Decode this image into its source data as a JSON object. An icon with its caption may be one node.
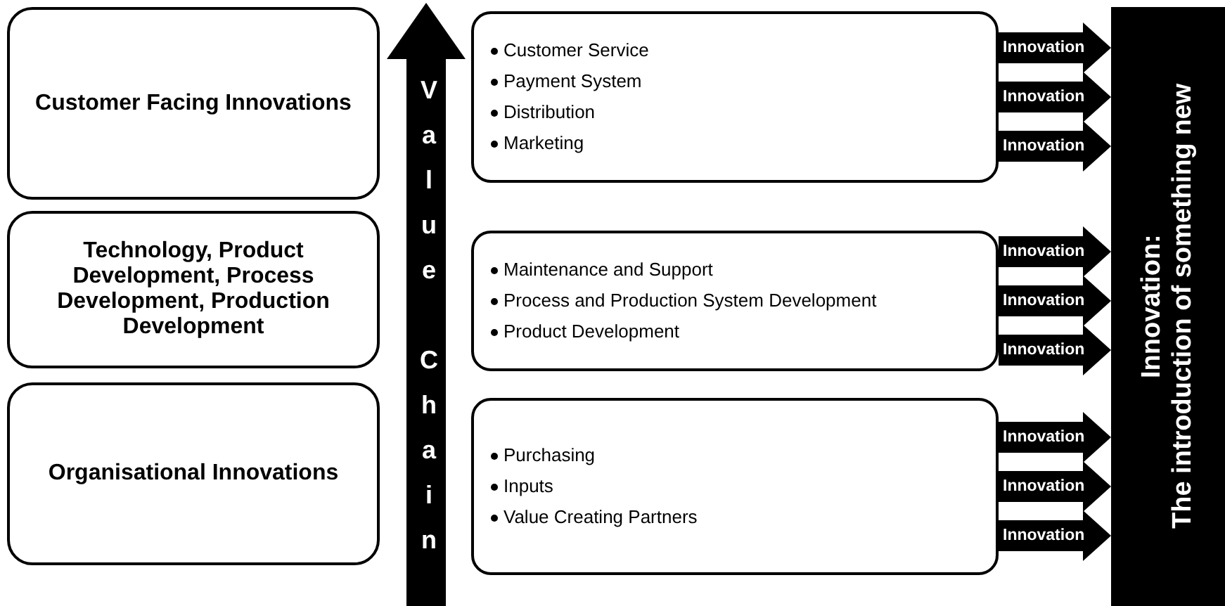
{
  "diagram": {
    "nodes": [
      {
        "text": [
          "Customer Facing Innovations"
        ]
      },
      {
        "text": [
          "Customer Service",
          "Payment System",
          "Distribution",
          "Marketing"
        ]
      },
      {
        "text": [
          "Technology, Product Development, Process Development, Production Development"
        ]
      },
      {
        "text": [
          "Maintenance and Support",
          "Process and Production System Development",
          "Product Development"
        ]
      },
      {
        "text": [
          "Organisational Innovations"
        ]
      },
      {
        "text": [
          "Purchasing",
          "Inputs",
          "Value Creating Partners"
        ]
      },
      {
        "text": [
          "Value Chain"
        ]
      },
      {
        "text": [
          "Innovation:",
          "The introduction of something new"
        ]
      }
    ],
    "edges": [
      {
        "from": 1,
        "to": 7,
        "arrow": "to",
        "label": "Innovation"
      },
      {
        "from": 1,
        "to": 7,
        "arrow": "to",
        "label": "Innovation"
      },
      {
        "from": 1,
        "to": 7,
        "arrow": "to",
        "label": "Innovation"
      },
      {
        "from": 3,
        "to": 7,
        "arrow": "to",
        "label": "Innovation"
      },
      {
        "from": 3,
        "to": 7,
        "arrow": "to",
        "label": "Innovation"
      },
      {
        "from": 3,
        "to": 7,
        "arrow": "to",
        "label": "Innovation"
      },
      {
        "from": 5,
        "to": 7,
        "arrow": "to",
        "label": "Innovation"
      },
      {
        "from": 5,
        "to": 7,
        "arrow": "to",
        "label": "Innovation"
      },
      {
        "from": 5,
        "to": 7,
        "arrow": "to",
        "label": "Innovation"
      }
    ]
  }
}
